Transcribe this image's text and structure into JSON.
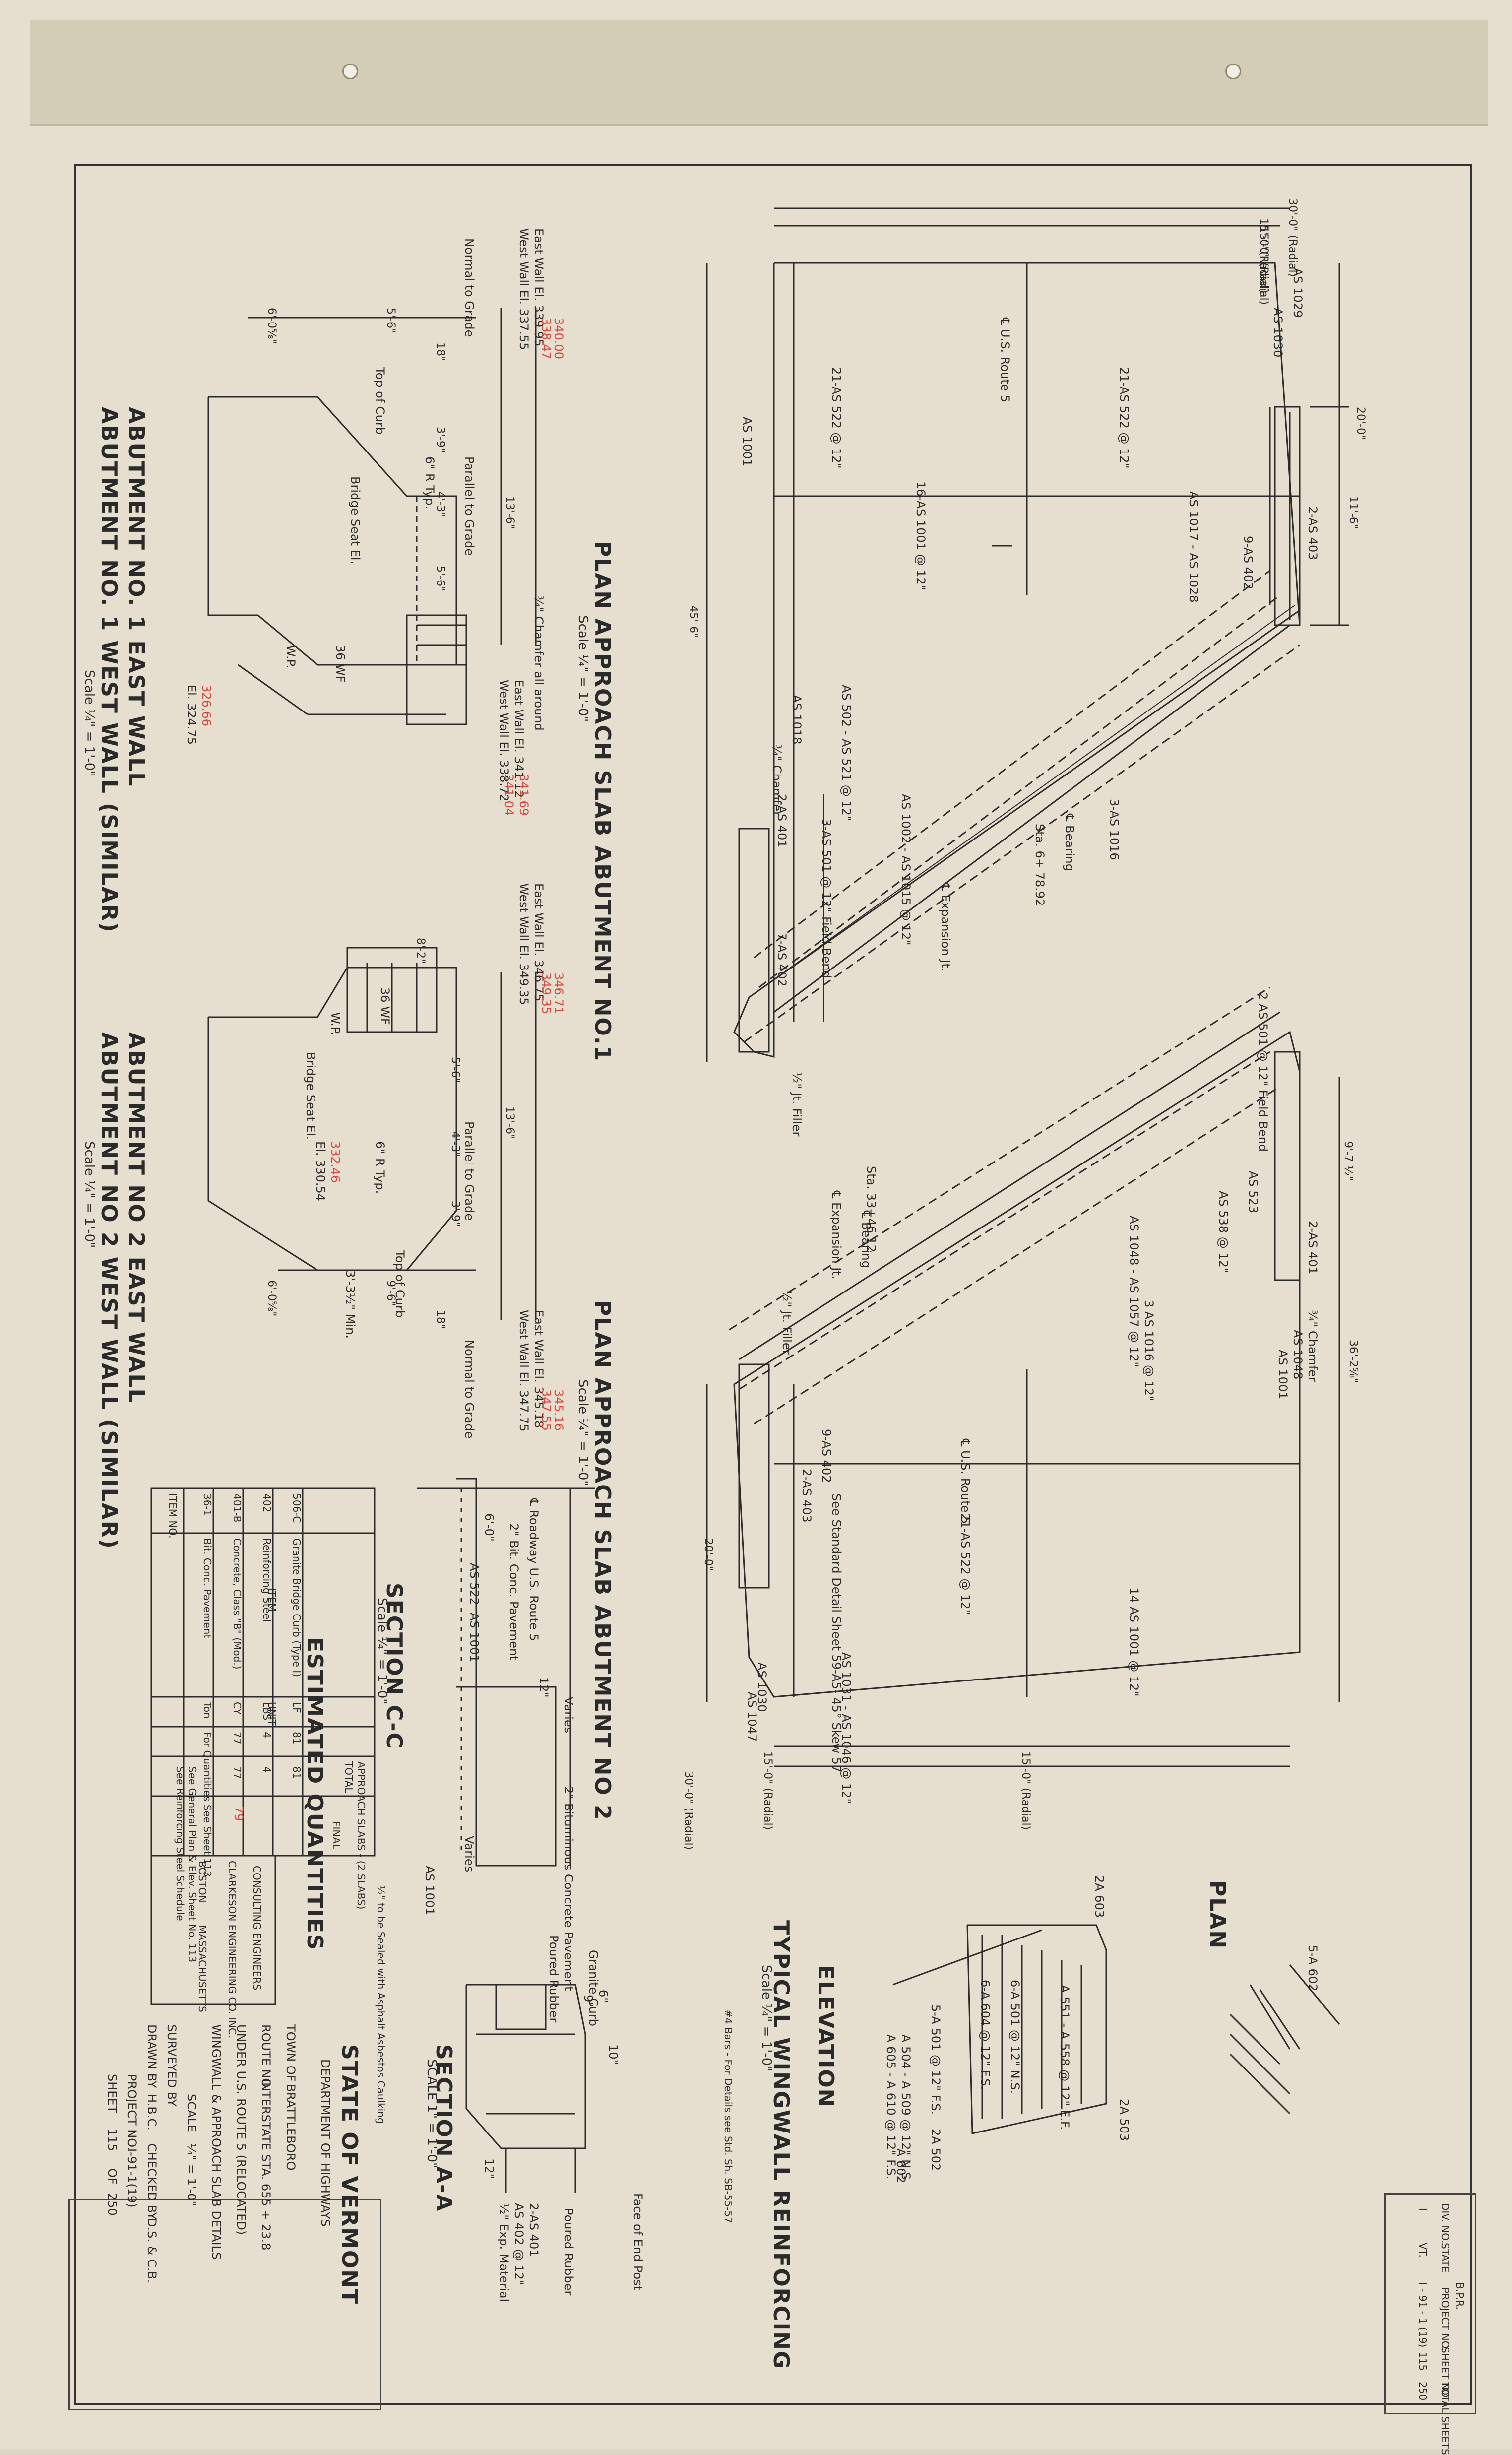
{
  "plan1": {
    "title": "PLAN APPROACH SLAB ABUTMENT NO.1",
    "scale": "Scale ¼\" = 1'-0\"",
    "dim_total": "30'-0\" (Radial)",
    "dim_half_left": "15'-0\"(Radial)",
    "dim_half_right": "15'-0\" (Radial)",
    "dim_20": "20'-0\"",
    "dim_11": "11'-6\"",
    "dim_45": "45'-6\"",
    "labels": [
      "AS 1029",
      "AS 1030",
      "21-AS 522 @ 12\"",
      "16-AS 1001 @ 12\"",
      "AS 1017 - AS 1028",
      "2-AS 403",
      "9-AS 402",
      "AS 502 - AS 521 @ 12\"",
      "AS 1002 - AS 1015 @ 12\"",
      "3-AS 1016",
      "℄ Bearing",
      "Sta. 6+ 78.92",
      "℄ Expansion Jt.",
      "℄ U.S. Route 5",
      "AS 1001",
      "AS 1018",
      "¾\" Chamfer",
      "2-AS 401",
      "3-AS 501 @ 12\" Field Bend",
      "7-AS 402",
      "½\" Jt. Filler"
    ]
  },
  "plan2": {
    "title": "PLAN APPROACH SLAB ABUTMENT NO 2",
    "scale": "Scale ¼\" = 1'-0\"",
    "dim_total": "30'-0\" (Radial)",
    "dim_half_left": "15'-0\" (Radial)",
    "dim_half_right": "15'-0\" (Radial)",
    "dim_20": "20'-0\"",
    "dim_36": "36'-2⅝\"",
    "dim_9": "9'-7 ½\"",
    "labels": [
      "2 AS 501 @ 12\" Field Bend",
      "AS 523",
      "AS 538 @ 12\"",
      "AS 1048 - AS 1057 @ 12\"",
      "3 AS 1016 @ 12\"",
      "2-AS 401",
      "¾\" Chamfer",
      "AS 1048",
      "AS 1001",
      "℄ U.S. Route 5",
      "21-AS 522 @ 12\"",
      "14 AS 1001 @ 12\"",
      "AS 1031 - AS 1046 @ 12\"",
      "AS 1030",
      "AS 1047",
      "9-AS 402",
      "2-AS 403",
      "Sta. 33+46.12",
      "℄ Bearing",
      "℄ Expansion Jt.",
      "½\" Jt. Filler",
      "See Standard Detail Sheet 59-A5- 45° Skew 57"
    ]
  },
  "abut1": {
    "title1": "ABUTMENT NO. 1 EAST WALL",
    "title2": "ABUTMENT NO. 1 WEST WALL (SIMILAR)",
    "scale": "Scale ¼\" = 1'-0\"",
    "labels": [
      "East Wall El. 339.95",
      "West Wall El. 337.55",
      "Normal to Grade",
      "Top of Curb",
      "Bridge Seat El.",
      "6'-0⅝\"",
      "5'-6\"",
      "18\"",
      "3'-9\"",
      "4'-3\"",
      "5'-6\"",
      "13'-6\"",
      "36 WF",
      "W.P.",
      "¾\" Chamfer all around",
      "East Wall El. 341.12",
      "West Wall El. 338.72",
      "Parallel to Grade",
      "6\" R Typ.",
      "El. 324.75"
    ],
    "red_notes": [
      "340.00",
      "338.47",
      "341.69",
      "341.04",
      "326.66"
    ]
  },
  "abut2": {
    "title1": "ABUTMENT NO 2 EAST WALL",
    "title2": "ABUTMENT NO 2 WEST WALL (SIMILAR)",
    "scale": "Scale ¼\" = 1'-0\"",
    "labels": [
      "East Wall El. 346.75",
      "West Wall El. 349.35",
      "8'-2\"",
      "36 WF",
      "W.P.",
      "Bridge Seat El.",
      "5'-6\"",
      "13'-6\"",
      "4'-3\"",
      "3'-9\"",
      "6\" R Typ.",
      "Parallel to Grade",
      "Top of Curb",
      "3'-3½\" Min.",
      "6'-0⅝\"",
      "9'-6\"",
      "18\"",
      "Normal to Grade",
      "East Wall El. 345.18",
      "West Wall El. 347.75",
      "El. 330.54"
    ],
    "red_notes": [
      "346.71",
      "349.35",
      "345.16",
      "347.55",
      "332.46"
    ]
  },
  "section_cc": {
    "title": "SECTION C-C",
    "scale": "Scale ¼\" = 1'-0\"",
    "labels": [
      "℄ Roadway U.S. Route 5",
      "6'-0\"",
      "2\" Bit. Conc. Pavement",
      "AS 522",
      "AS 1001",
      "12\"",
      "Varies",
      "Varies"
    ]
  },
  "section_aa": {
    "title": "SECTION A-A",
    "scale": "SCALE 1\" = 1'-0\"",
    "labels": [
      "2\" Bituminous Concrete Pavement",
      "Granite Curb",
      "Poured Rubber",
      "½\" to be Sealed with Asphalt Asbestos Caulking",
      "AS 1001",
      "2-AS 401",
      "AS 402 @ 12\"",
      "½\" Exp. Material",
      "Poured Rubber",
      "Face of End Post",
      "6\"",
      "10\"",
      "12\"",
      "9\""
    ]
  },
  "wingwall": {
    "title": "TYPICAL WINGWALL REINFORCING",
    "scale": "Scale ¼\" = 1'-0\"",
    "plan_label": "PLAN",
    "elev_label": "ELEVATION",
    "note": "#4 Bars - For Details see Std. Sh. SB-55-57",
    "labels": [
      "5-A 602",
      "2A 603",
      "2A 503",
      "A 551 - A 558 @ 12\" E.F.",
      "6-A 501 @ 12\" N.S.",
      "6-A 604 @ 12\" F.S.",
      "5-A 501 @ 12\" F.S.",
      "2A 502",
      "A 504 - A 509 @ 12\" N.S.",
      "A 605 - A 610 @ 12\" F.S.",
      "A 602"
    ]
  },
  "estimates": {
    "title": "ESTIMATED QUANTITIES",
    "header": [
      "ITEM NO.",
      "ITEM",
      "UNIT",
      "APPROACH SLABS - (2 SLABS)",
      "TOTAL",
      "FINAL"
    ],
    "rows": [
      [
        "36-1",
        "Bit. Conc. Pavement",
        "Ton",
        "For Quantities See Sheet 113",
        "",
        ""
      ],
      [
        "401-B",
        "Concrete, Class \"B\" (Mod.)",
        "CY",
        "77",
        "77",
        ""
      ],
      [
        "402",
        "Reinforcing Steel",
        "LBS",
        "4",
        "4",
        ""
      ],
      [
        "506-C",
        "Granite Bridge Curb (Type I)",
        "LF",
        "81",
        "81",
        ""
      ]
    ],
    "notes": [
      "See General Plan & Elev. Sheet No. 113",
      "See Reinforcing Steel Schedule"
    ],
    "red_note": "79",
    "engineers": [
      "CONSULTING ENGINEERS",
      "CLARKESON ENGINEERING CO. INC.",
      "BOSTON",
      "MASSACHUSETTS"
    ]
  },
  "title_block": {
    "state": "STATE OF VERMONT",
    "dept": "DEPARTMENT OF HIGHWAYS",
    "town_label": "TOWN OF",
    "town": "BRATTLEBORO",
    "route_label": "ROUTE NO.",
    "route": "INTERSTATE STA. 655 + 23.8",
    "line3": "UNDER U.S. ROUTE 5 (RELOCATED)",
    "line4": "WINGWALL & APPROACH SLAB DETAILS",
    "scale_label": "SCALE",
    "scale": "¼\" = 1'-0\"",
    "surveyed": "SURVEYED BY",
    "drawn": "DRAWN BY",
    "drawn_by": "H.B.C.",
    "checked": "CHECKED BY",
    "checked_by": "D.S. & C.B.",
    "project_label": "PROJECT NO.",
    "project": "I-91-1(19)",
    "sheet_label": "SHEET",
    "sheet": "115",
    "of_label": "OF",
    "of": "250"
  },
  "corner": {
    "header": [
      "DIV. NO.",
      "STATE",
      "PROJECT NO.",
      "SHEET NO.",
      "TOTAL SHEETS"
    ],
    "row": [
      "I",
      "VT.",
      "I - 91 - 1 (19)",
      "115",
      "250"
    ],
    "top": "B.P.R."
  }
}
